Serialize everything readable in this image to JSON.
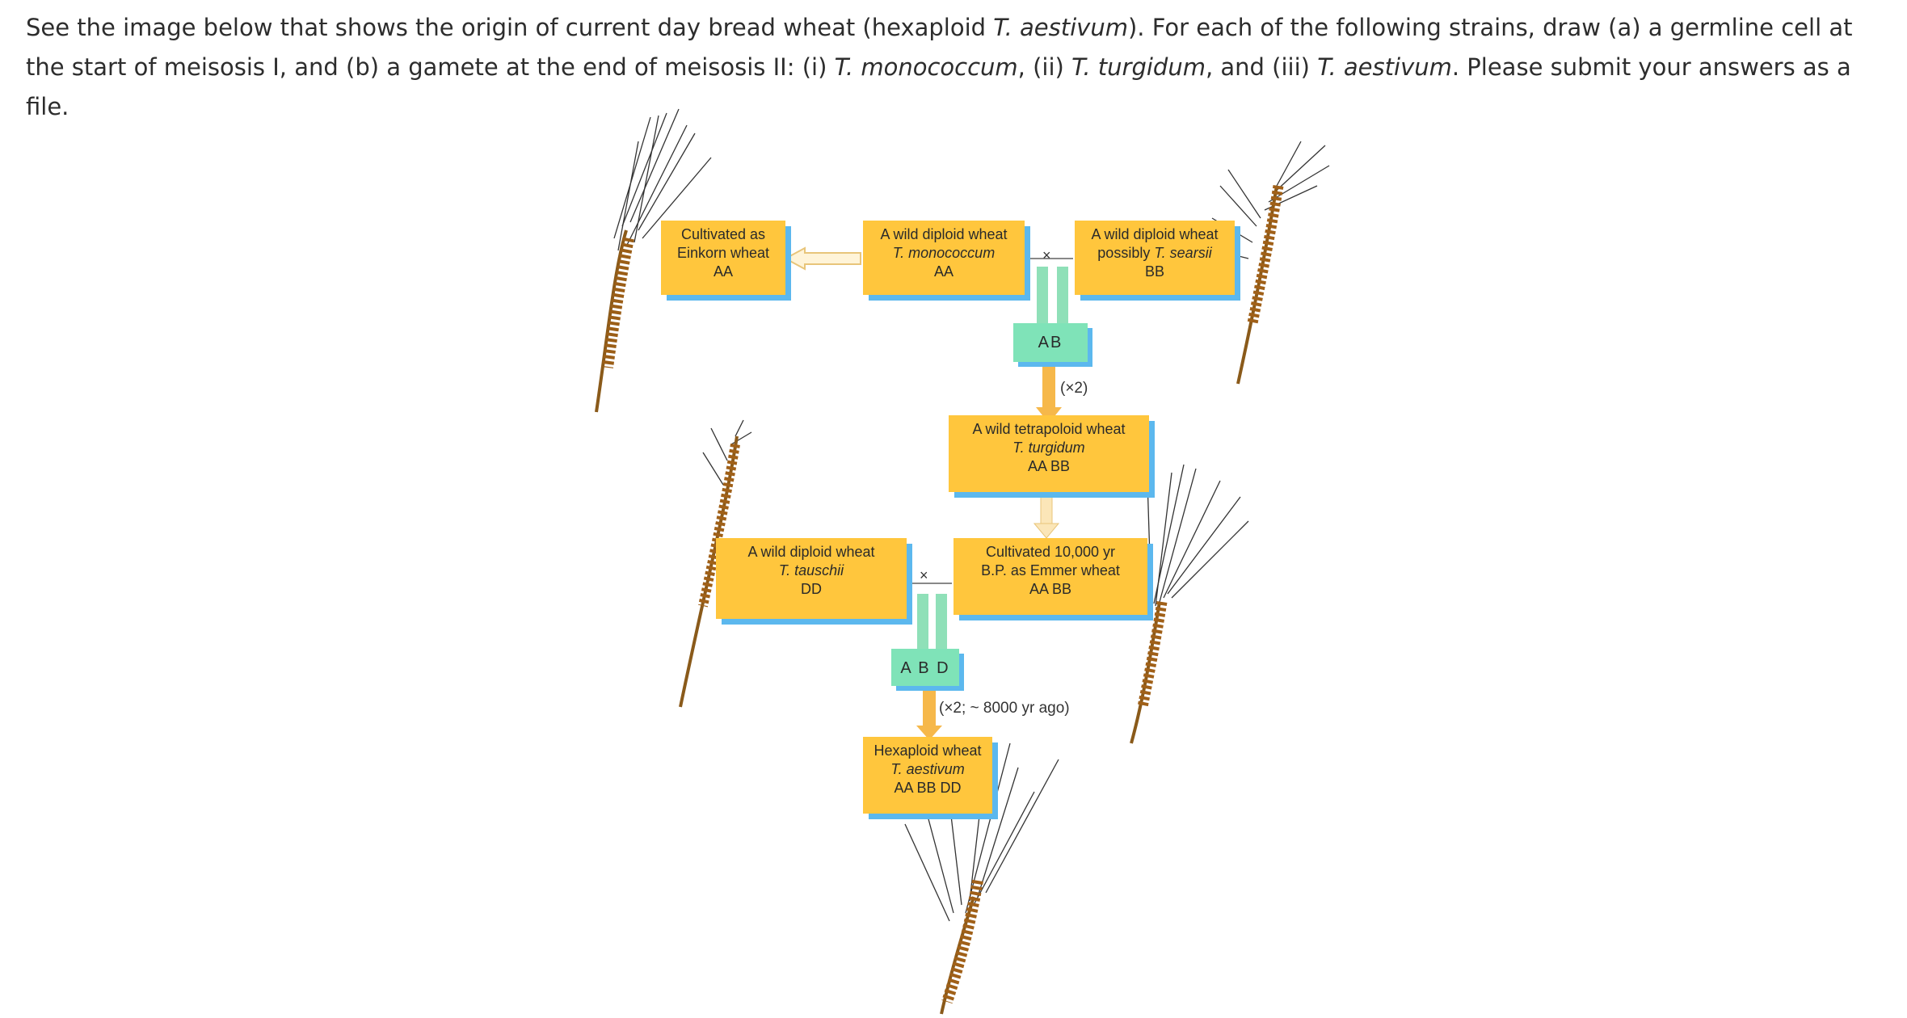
{
  "question": {
    "p1": "See the image below that shows the origin of current day bread wheat (hexaploid ",
    "t1": "T. aestivum",
    "p2": "). For each of the following strains, draw (a) a germline cell at the start of meisosis I, and (b) a gamete at the end of meisosis II: (i) ",
    "t2": "T. monococcum",
    "p3": ", (ii) ",
    "t3": "T. turgidum",
    "p4": ", and (iii) ",
    "t4": "T. aestivum",
    "p5": ". Please submit your answers as a file."
  },
  "diagram": {
    "einkorn": {
      "l1": "Cultivated as",
      "l2": "Einkorn wheat",
      "l3": "AA"
    },
    "monococcum": {
      "l1": "A wild diploid wheat",
      "l2": "T. monococcum",
      "l3": "AA"
    },
    "searsii": {
      "l1": "A wild diploid wheat",
      "l2a": "possibly ",
      "l2b": "T. searsii",
      "l3": "BB"
    },
    "hybrid_ab": "AB",
    "double_1": "(×2)",
    "turgidum": {
      "l1": "A wild tetrapoloid wheat",
      "l2": "T. turgidum",
      "l3": "AA BB"
    },
    "tauschii": {
      "l1": "A wild diploid wheat",
      "l2": "T. tauschii",
      "l3": "DD"
    },
    "emmer": {
      "l1": "Cultivated 10,000 yr",
      "l2": "B.P. as Emmer wheat",
      "l3": "AA BB"
    },
    "hybrid_abd": "A B D",
    "double_2": "(×2; ~ 8000 yr ago)",
    "aestivum": {
      "l1": "Hexaploid wheat",
      "l2": "T. aestivum",
      "l3": "AA BB DD"
    },
    "cross_symbol": "×"
  },
  "colors": {
    "box": "#ffc63d",
    "shadow": "#5cb8ee",
    "hybrid": "#7fe3b8",
    "arrow_orange": "#f6b84a",
    "arrow_green": "#8fe0b8"
  }
}
